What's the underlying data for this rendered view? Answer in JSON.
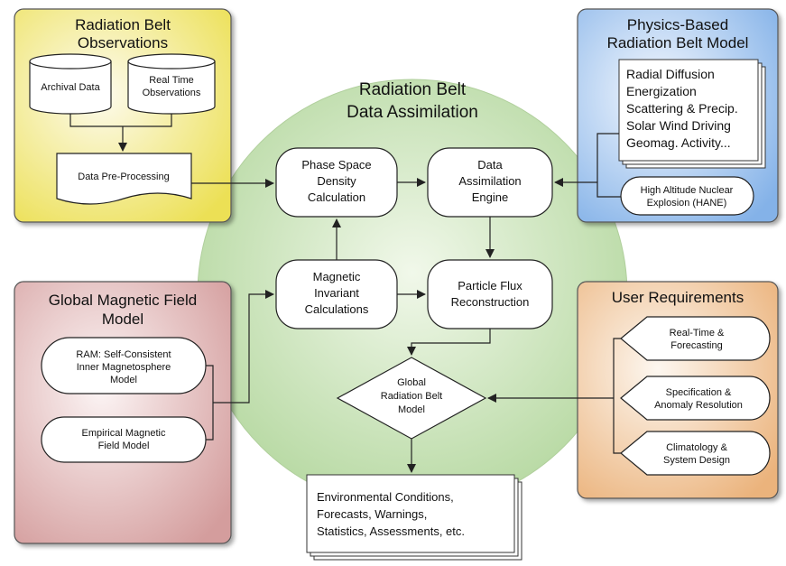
{
  "center": {
    "title_line1": "Radiation Belt",
    "title_line2": "Data Assimilation"
  },
  "observations": {
    "title_line1": "Radiation Belt",
    "title_line2": "Observations",
    "archival": "Archival Data",
    "realtime_line1": "Real Time",
    "realtime_line2": "Observations",
    "preprocessing": "Data Pre-Processing"
  },
  "physics_model": {
    "title_line1": "Physics-Based",
    "title_line2": "Radiation Belt Model",
    "items": [
      "Radial Diffusion",
      "Energization",
      "Scattering & Precip.",
      "Solar Wind Driving",
      "Geomag. Activity..."
    ],
    "hane_line1": "High Altitude Nuclear",
    "hane_line2": "Explosion (HANE)"
  },
  "magnetic_model": {
    "title_line1": "Global Magnetic Field",
    "title_line2": "Model",
    "ram_line1": "RAM: Self-Consistent",
    "ram_line2": "Inner Magnetosphere",
    "ram_line3": "Model",
    "empirical_line1": "Empirical Magnetic",
    "empirical_line2": "Field Model"
  },
  "user_requirements": {
    "title": "User Requirements",
    "realtime_line1": "Real-Time &",
    "realtime_line2": "Forecasting",
    "spec_line1": "Specification &",
    "spec_line2": "Anomaly Resolution",
    "clim_line1": "Climatology &",
    "clim_line2": "System Design"
  },
  "process": {
    "psd_line1": "Phase Space",
    "psd_line2": "Density",
    "psd_line3": "Calculation",
    "dae_line1": "Data",
    "dae_line2": "Assimilation",
    "dae_line3": "Engine",
    "mic_line1": "Magnetic",
    "mic_line2": "Invariant",
    "mic_line3": "Calculations",
    "pfr_line1": "Particle Flux",
    "pfr_line2": "Reconstruction",
    "grbm_line1": "Global",
    "grbm_line2": "Radiation Belt",
    "grbm_line3": "Model"
  },
  "output": {
    "lines": [
      "Environmental Conditions,",
      "Forecasts, Warnings,",
      "Statistics, Assessments, etc."
    ]
  },
  "colors": {
    "circle": "#bcdcaa",
    "observations": "#f2e65a",
    "physics": "#8db8ea",
    "magnetic": "#d9a6a6",
    "user": "#eeb883"
  }
}
